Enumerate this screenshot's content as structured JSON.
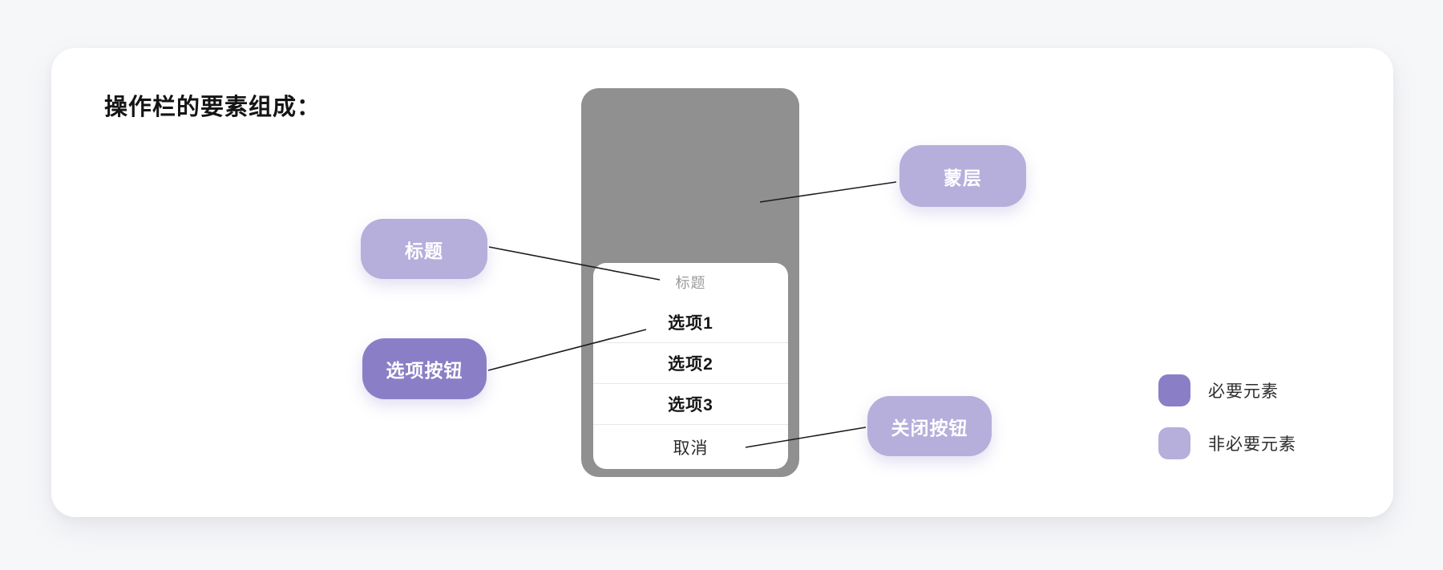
{
  "heading": "操作栏的要素组成：",
  "mockup": {
    "sheet": {
      "title": "标题",
      "options": [
        "选项1",
        "选项2",
        "选项3"
      ],
      "cancel": "取消"
    }
  },
  "annotations": {
    "mask": {
      "label": "蒙层",
      "required": false
    },
    "title": {
      "label": "标题",
      "required": false
    },
    "option_button": {
      "label": "选项按钮",
      "required": true
    },
    "close_button": {
      "label": "关闭按钮",
      "required": false
    }
  },
  "legend": {
    "required": {
      "label": "必要元素",
      "color": "#8a7fc7"
    },
    "optional": {
      "label": "非必要元素",
      "color": "#b6aedb"
    }
  },
  "colors": {
    "required_accent": "#8a7fc7",
    "optional_accent": "#b6aedb",
    "mask_gray": "#909090",
    "card_background": "#ffffff"
  }
}
